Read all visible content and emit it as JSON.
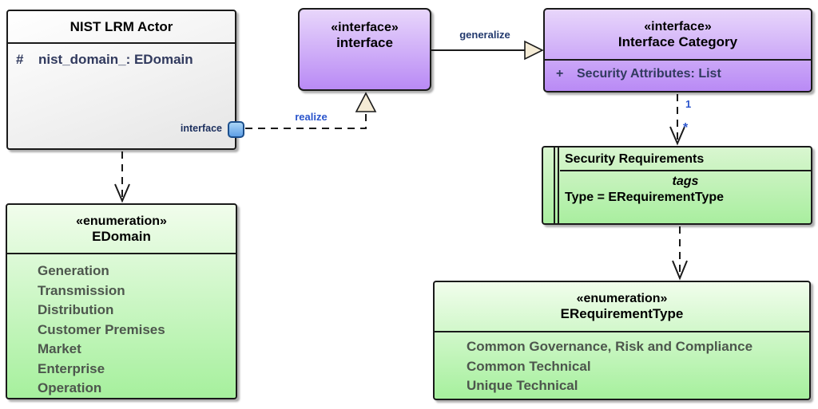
{
  "diagram": {
    "classes": {
      "actor": {
        "title": "NIST LRM Actor",
        "attribute": {
          "visibility": "#",
          "text": "nist_domain_: EDomain"
        },
        "port_label": "interface"
      },
      "interface": {
        "stereotype": "«interface»",
        "name": "interface"
      },
      "category": {
        "stereotype": "«interface»",
        "name": "Interface Category",
        "attribute": {
          "visibility": "+",
          "text": "Security Attributes: List"
        }
      },
      "edomain": {
        "stereotype": "«enumeration»",
        "name": "EDomain",
        "values": [
          "Generation",
          "Transmission",
          "Distribution",
          "Customer Premises",
          "Market",
          "Enterprise",
          "Operation"
        ]
      },
      "security_requirements": {
        "title": "Security Requirements",
        "tags_header": "tags",
        "tag_value": "Type = ERequirementType"
      },
      "erequirementtype": {
        "stereotype": "«enumeration»",
        "name": "ERequirementType",
        "values": [
          "Common Governance, Risk and Compliance",
          "Common Technical",
          "Unique Technical"
        ]
      }
    },
    "connectors": {
      "generalize_label": "generalize",
      "realize_label": "realize",
      "multiplicity_source": "1",
      "multiplicity_target": "*"
    },
    "colors": {
      "purple_top": "#e8d6fb",
      "purple_bottom": "#b98af5",
      "green_top": "#f1fdec",
      "green_bottom": "#a6f09d",
      "triangle_fill": "#f4ebd5",
      "port_fill": "#7cb6ef",
      "label_blue": "#2b55cc",
      "label_navy": "#233a6e",
      "line": "#1a1a1a"
    }
  }
}
